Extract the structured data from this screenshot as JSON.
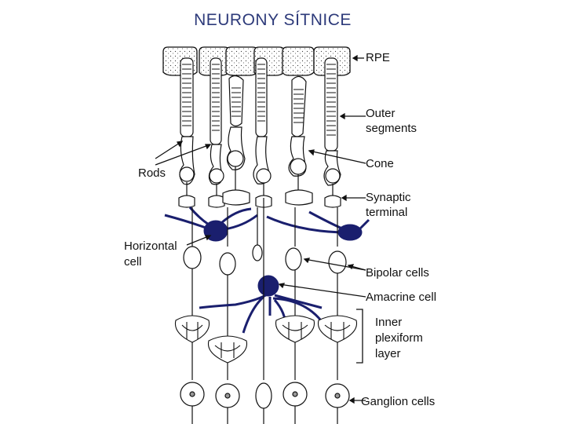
{
  "title": "NEURONY SÍTNICE",
  "labels": {
    "rpe": "RPE",
    "outer_segments_1": "Outer",
    "outer_segments_2": "segments",
    "cone": "Cone",
    "synaptic_1": "Synaptic",
    "synaptic_2": "terminal",
    "rods": "Rods",
    "horizontal_1": "Horizontal",
    "horizontal_2": "cell",
    "bipolar": "Bipolar cells",
    "amacrine": "Amacrine cell",
    "inner_1": "Inner",
    "inner_2": "plexiform",
    "inner_3": "layer",
    "ganglion": "Ganglion cells"
  },
  "colors": {
    "title": "#2d3a7a",
    "highlight_cells": "#1a1f6e",
    "ink": "#111111"
  }
}
